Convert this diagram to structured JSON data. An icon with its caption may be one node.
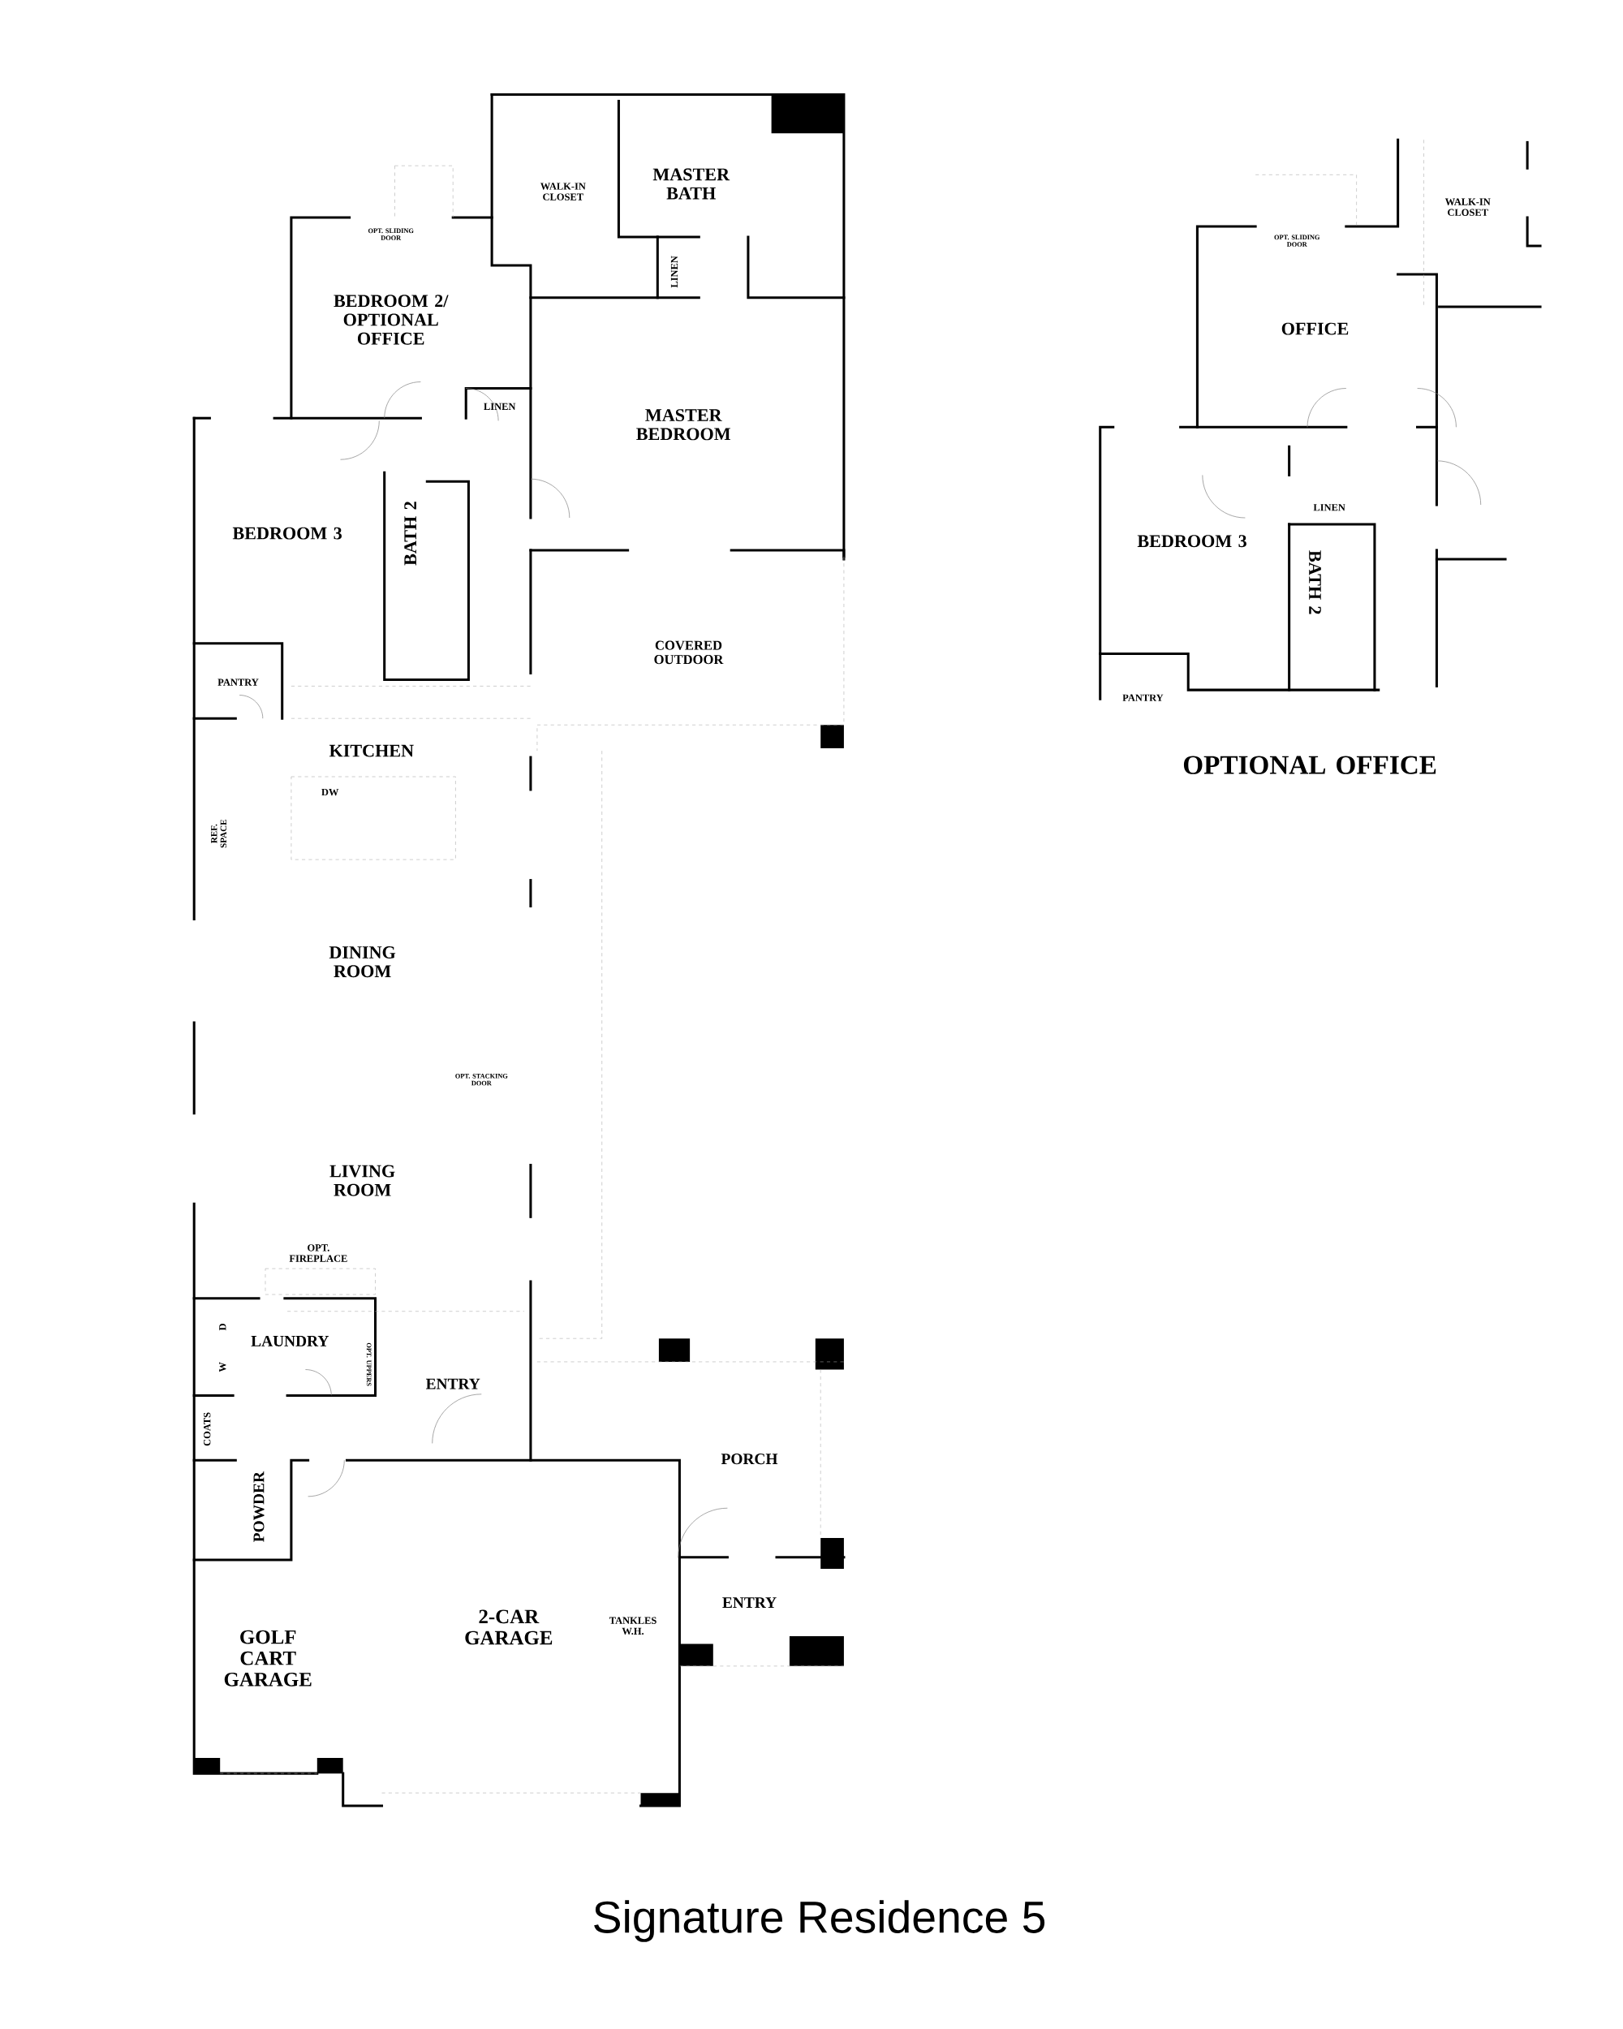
{
  "diagram": {
    "title": "Signature Residence 5",
    "labels": [
      "MASTER BATH",
      "WALK-IN CLOSET",
      "OPT. SLIDING DOOR",
      "LINEN",
      "BEDROOM 2/ OPTIONAL OFFICE",
      "LINEN",
      "MASTER BEDROOM",
      "BEDROOM 3",
      "BATH 2",
      "COVERED OUTDOOR",
      "PANTRY",
      "KITCHEN",
      "DW",
      "REF. SPACE",
      "DINING ROOM",
      "OPT. STACKING DOOR",
      "LIVING ROOM",
      "OPT. FIREPLACE",
      "D",
      "W",
      "LAUNDRY",
      "OPT. UPPERS",
      "ENTRY",
      "COATS",
      "POWDER",
      "PORCH",
      "ENTRY",
      "TANKLES W.H.",
      "2-CAR GARAGE",
      "GOLF CART GARAGE",
      "WALK-IN CLOSET",
      "OPT. SLIDING DOOR",
      "OFFICE",
      "LINEN",
      "BEDROOM 3",
      "BATH 2",
      "PANTRY",
      "OPTIONAL OFFICE"
    ]
  }
}
